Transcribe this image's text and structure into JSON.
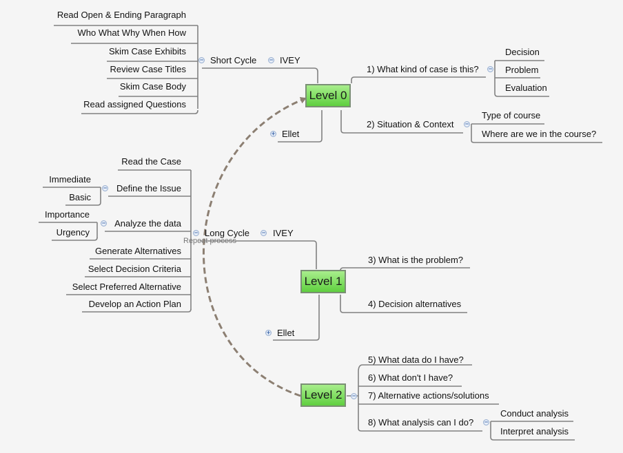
{
  "level0": {
    "label": "Level 0",
    "ivey": "IVEY",
    "short_cycle": "Short Cycle",
    "short_items": [
      "Read Open & Ending Paragraph",
      "Who What Why When How",
      "Skim Case Exhibits",
      "Review Case Titles",
      "Skim Case Body",
      "Read assigned Questions"
    ],
    "q1": "1) What kind of case is this?",
    "q1_items": [
      "Decision",
      "Problem",
      "Evaluation"
    ],
    "q2": "2) Situation & Context",
    "q2_items": [
      "Type of course",
      "Where are we in the course?"
    ],
    "ellet": "Ellet"
  },
  "level1": {
    "label": "Level 1",
    "ivey": "IVEY",
    "long_cycle": "Long Cycle",
    "long_items": {
      "read_case": "Read the Case",
      "define_issue": "Define the Issue",
      "define_items": [
        "Immediate",
        "Basic"
      ],
      "analyze": "Analyze the data",
      "analyze_items": [
        "Importance",
        "Urgency"
      ],
      "rest": [
        "Generate Alternatives",
        "Select Decision Criteria",
        "Select Preferred Alternative",
        "Develop an Action Plan"
      ]
    },
    "q3": "3) What is the problem?",
    "q4": "4) Decision alternatives",
    "ellet": "Ellet"
  },
  "level2": {
    "label": "Level 2",
    "q5": "5) What data do I have?",
    "q6": "6) What don't I have?",
    "q7": "7) Alternative actions/solutions",
    "q8": "8) What analysis can I do?",
    "q8_items": [
      "Conduct analysis",
      "Interpret analysis"
    ]
  },
  "relation_note": "Repeat process",
  "colors": {
    "line": "#808080",
    "dash": "#8c7f72",
    "center_top": "#a8ee8c",
    "center_bottom": "#5fcf3f"
  }
}
